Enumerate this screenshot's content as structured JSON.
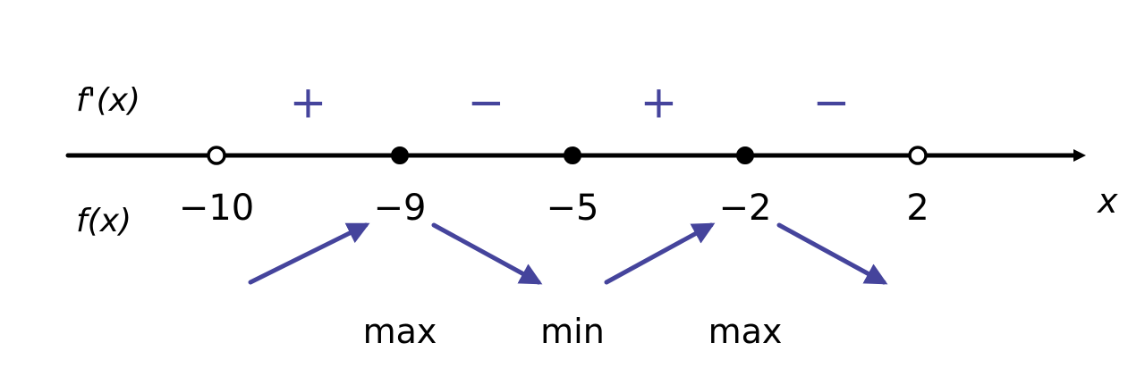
{
  "labels": {
    "derivative_row": "f'(x)",
    "function_row": "f(x)",
    "axis_variable": "x"
  },
  "colors": {
    "axis": "#000000",
    "accent": "#45449c",
    "point_filled": "#000000",
    "point_open_fill": "#ffffff"
  },
  "points": [
    {
      "label": "−10",
      "value": -10,
      "style": "open"
    },
    {
      "label": "−9",
      "value": -9,
      "style": "filled"
    },
    {
      "label": "−5",
      "value": -5,
      "style": "filled"
    },
    {
      "label": "−2",
      "value": -2,
      "style": "filled"
    },
    {
      "label": "2",
      "value": 2,
      "style": "open"
    }
  ],
  "intervals": [
    {
      "sign": "+",
      "trend": "increasing"
    },
    {
      "sign": "−",
      "trend": "decreasing"
    },
    {
      "sign": "+",
      "trend": "increasing"
    },
    {
      "sign": "−",
      "trend": "decreasing"
    }
  ],
  "extrema": [
    {
      "at": "−9",
      "label": "max"
    },
    {
      "at": "−5",
      "label": "min"
    },
    {
      "at": "−2",
      "label": "max"
    }
  ]
}
